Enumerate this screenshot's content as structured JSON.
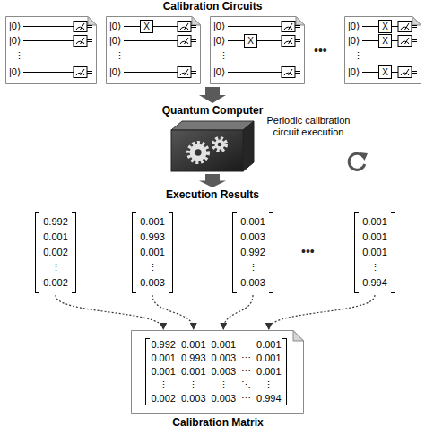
{
  "diagram": {
    "nodes": [
      {
        "text": [
          "Calibration Circuits"
        ]
      },
      {
        "text": [
          "|0⟩",
          "|0⟩",
          "⋮",
          "|0⟩"
        ],
        "in": 0
      },
      {
        "text": [
          "|0⟩",
          "X",
          "|0⟩",
          "⋮",
          "|0⟩"
        ],
        "in": 0
      },
      {
        "text": [
          "|0⟩",
          "|0⟩",
          "X",
          "⋮",
          "|0⟩"
        ],
        "in": 0
      },
      {
        "text": [
          "|0⟩",
          "X",
          "|0⟩",
          "X",
          "⋮",
          "|0⟩",
          "X"
        ],
        "in": 0
      },
      {
        "text": [
          "Quantum Computer"
        ]
      },
      {
        "text": [
          "Execution Results"
        ]
      },
      {
        "text": [
          "0.992",
          "0.001",
          "0.002",
          "⋮",
          "0.002"
        ],
        "in": 6
      },
      {
        "text": [
          "0.001",
          "0.993",
          "0.001",
          "⋮",
          "0.003"
        ],
        "in": 6
      },
      {
        "text": [
          "0.001",
          "0.003",
          "0.992",
          "⋮",
          "0.003"
        ],
        "in": 6
      },
      {
        "text": [
          "0.001",
          "0.001",
          "0.001",
          "⋮",
          "0.994"
        ],
        "in": 6
      },
      {
        "text": [
          "0.992",
          "0.001",
          "0.001",
          "⋯",
          "0.001",
          "0.001",
          "0.993",
          "0.003",
          "⋯",
          "0.001",
          "0.001",
          "0.001",
          "0.003",
          "⋯",
          "0.001",
          "⋮",
          "⋮",
          "⋮",
          "⋱",
          "⋮",
          "0.002",
          "0.003",
          "0.003",
          "⋯",
          "0.994",
          "Calibration Matrix"
        ]
      }
    ],
    "edges": [
      {
        "from": 0,
        "to": 5,
        "arrow": "to"
      },
      {
        "from": 5,
        "to": 6,
        "arrow": "to"
      },
      {
        "from": 7,
        "to": 11,
        "arrow": "to"
      },
      {
        "from": 8,
        "to": 11,
        "arrow": "to"
      },
      {
        "from": 9,
        "to": 11,
        "arrow": "to"
      },
      {
        "from": 10,
        "to": 11,
        "arrow": "to"
      }
    ],
    "labels": [
      "•••",
      "Periodic calibration circuit execution",
      "•••"
    ]
  }
}
